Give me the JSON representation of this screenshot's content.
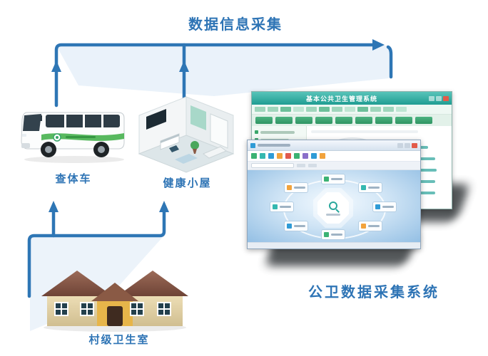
{
  "title": "数据信息采集",
  "labels": {
    "van": "查体车",
    "cabin": "健康小屋",
    "clinic": "村级卫生室",
    "system": "公卫数据采集系统"
  },
  "back_window": {
    "title": "基本公共卫生管理系统"
  },
  "colors": {
    "arrow_blue": "#2e76b5",
    "label_blue": "#2e74b5",
    "background_wash": "#d9e8f6",
    "titlebar_teal": "#2aa79c",
    "menu_button_green": "#3aa66a",
    "hub_content_blue": "#93bfe4",
    "shadow_gray": "#3d4144",
    "van_stripe_green": "#46b14e",
    "house_roof_brown": "#7d5148",
    "house_wall_tan": "#e3d2a8",
    "porch_yellow": "#e7b54a"
  }
}
